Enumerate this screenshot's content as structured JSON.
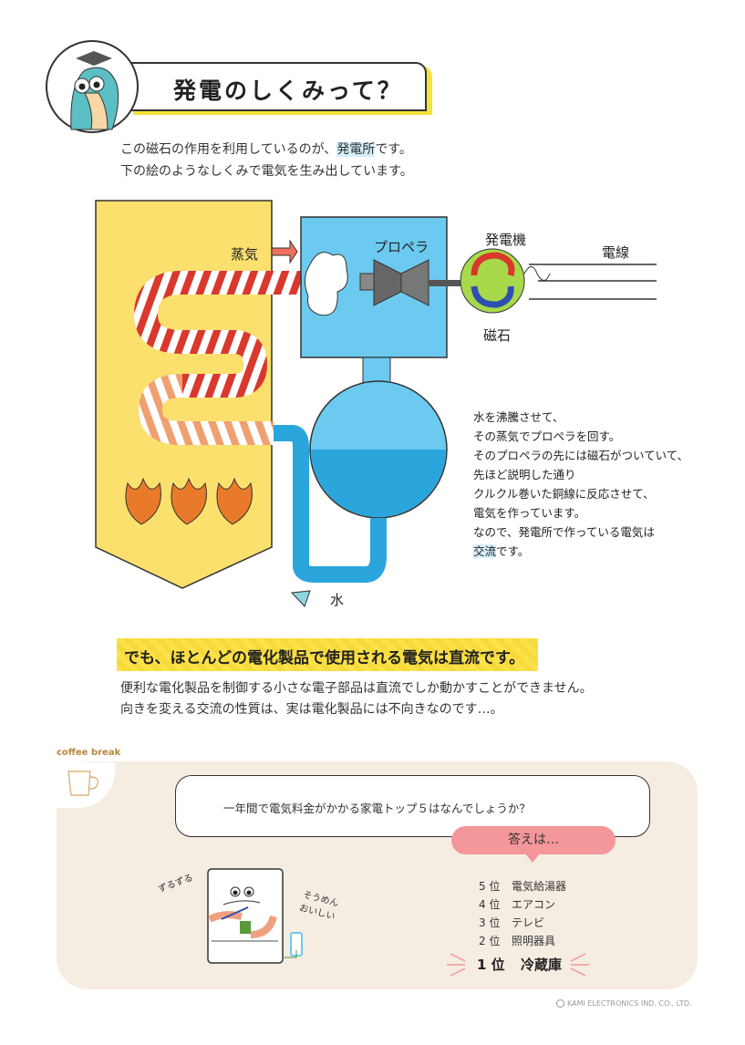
{
  "header": {
    "title": "発電のしくみって？"
  },
  "intro": {
    "line1_a": "この磁石の作用を利用しているのが、",
    "line1_hl": "発電所",
    "line1_b": "です。",
    "line2": "下の絵のようなしくみで電気を生み出しています。"
  },
  "diagram": {
    "steam": "蒸気",
    "propeller": "プロペラ",
    "generator": "発電機",
    "wire": "電線",
    "magnet": "磁石",
    "water": "水"
  },
  "explanation": {
    "lines": [
      "水を沸騰させて、",
      "その蒸気でプロペラを回す。",
      "そのプロペラの先には磁石がついていて、",
      "先ほど説明した通り",
      "クルクル巻いた銅線に反応させて、",
      "電気を作っています。",
      "なので、発電所で作っている電気は"
    ],
    "last_hl": "交流",
    "last_rest": "です。"
  },
  "headline": "でも、ほとんどの電化製品で使用される電気は直流です。",
  "sub": {
    "line1": "便利な電化製品を制御する小さな電子部品は直流でしか動かすことができません。",
    "line2": "向きを変える交流の性質は、実は電化製品には不向きなのです…。"
  },
  "coffee": {
    "label": "coffee break",
    "question": "一年間で電気料金がかかる家電トップ５はなんでしょうか？",
    "answer": "答えは…",
    "sfx1": "ずるずる",
    "sfx2": "そうめん おいしい",
    "ranks": [
      {
        "rank": "5 位",
        "item": "電気給湯器"
      },
      {
        "rank": "4 位",
        "item": "エアコン"
      },
      {
        "rank": "3 位",
        "item": "テレビ"
      },
      {
        "rank": "2 位",
        "item": "照明器具"
      }
    ],
    "top": {
      "rank": "1 位",
      "item": "冷蔵庫"
    }
  },
  "footer": "KAMI ELECTRONICS IND. CO., LTD.",
  "colors": {
    "yellow": "#fbe06e",
    "blue": "#6ccaf0",
    "pink": "#f4979a",
    "beige": "#f6ede2"
  }
}
